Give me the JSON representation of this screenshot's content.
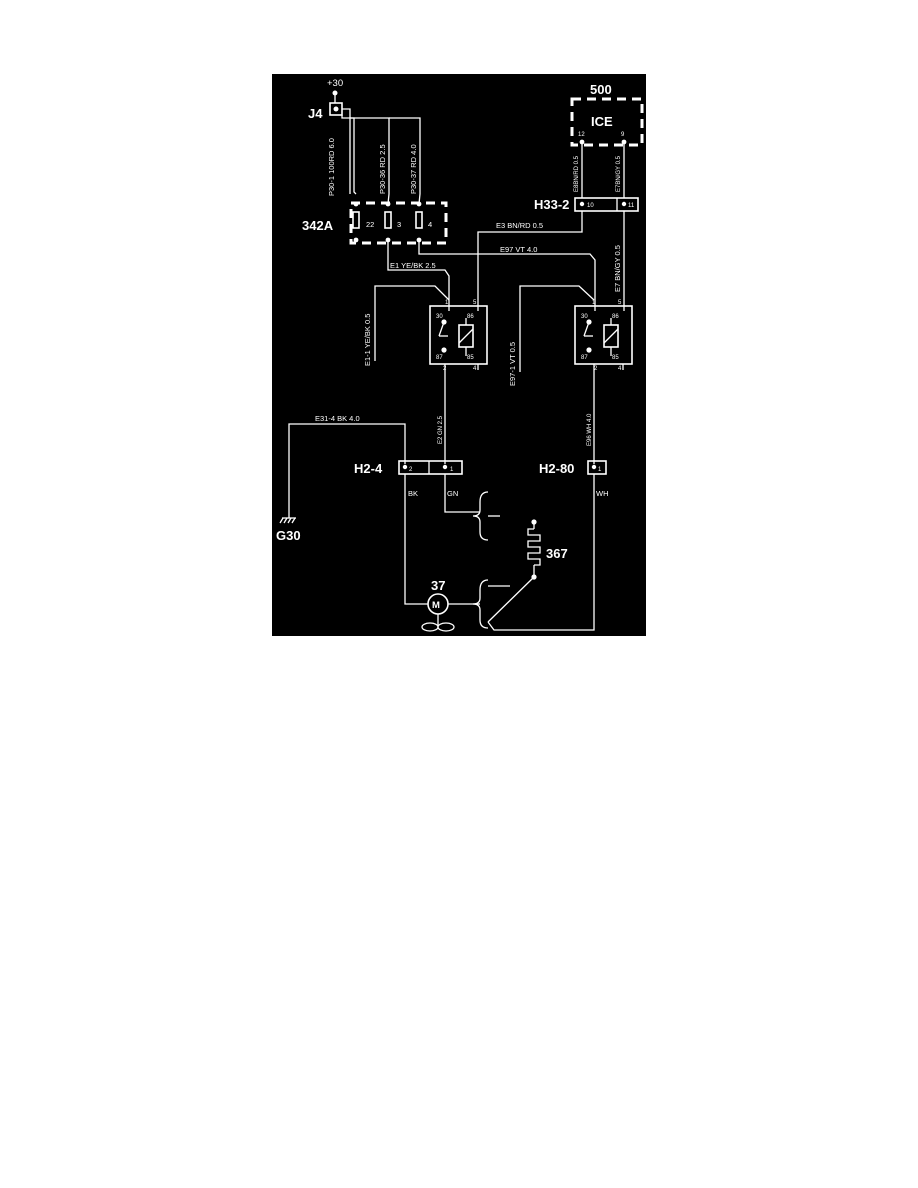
{
  "diagram": {
    "colors": {
      "background": "#000000",
      "line": "#ffffff",
      "page": "#ffffff"
    },
    "supply": "+30",
    "j4": "J4",
    "fuse_box": {
      "id": "342A",
      "wires": [
        "P30-1 100RD 6.0",
        "P30-36 RD 2.5",
        "P30-37 RD 4.0"
      ],
      "fuses": [
        "22",
        "3",
        "4"
      ]
    },
    "ice": {
      "id": "500",
      "label": "ICE",
      "pin_left": "12",
      "pin_right": "9"
    },
    "h33": {
      "id": "H33-2",
      "pin_left": "10",
      "pin_right": "11",
      "wire_left": "E8BN/RD 0.5",
      "wire_right": "E7BN/GY 0.5"
    },
    "wires": {
      "e3": "E3 BN/RD 0.5",
      "e97": "E97 VT 4.0",
      "e1": "E1 YE/BK 2.5",
      "e7": "E7 BN/GY 0.5",
      "e1_1": "E1-1 YE/BK 0.5",
      "e97_1": "E97-1 VT 0.5",
      "e31": "E31-4 BK 4.0",
      "e2": "E2 GN 2.5",
      "e96": "E96 WH 4.0"
    },
    "relay_left": {
      "pins": {
        "p30": "30",
        "p86": "86",
        "p87": "87",
        "p85": "85"
      },
      "numbers": {
        "n1": "1",
        "n5": "5",
        "n2": "2",
        "n4": "4"
      }
    },
    "relay_right": {
      "pins": {
        "p30": "30",
        "p86": "86",
        "p87": "87",
        "p85": "85"
      },
      "numbers": {
        "n1": "1",
        "n5": "5",
        "n2": "2",
        "n4": "4"
      }
    },
    "h2_4": {
      "id": "H2-4",
      "pin_left": "2",
      "pin_right": "1",
      "label_left": "BK",
      "label_right": "GN"
    },
    "h2_80": {
      "id": "H2-80",
      "pin": "1",
      "label": "WH"
    },
    "ground": "G30",
    "resistor": "367",
    "motor": {
      "id": "37",
      "symbol": "M"
    }
  }
}
